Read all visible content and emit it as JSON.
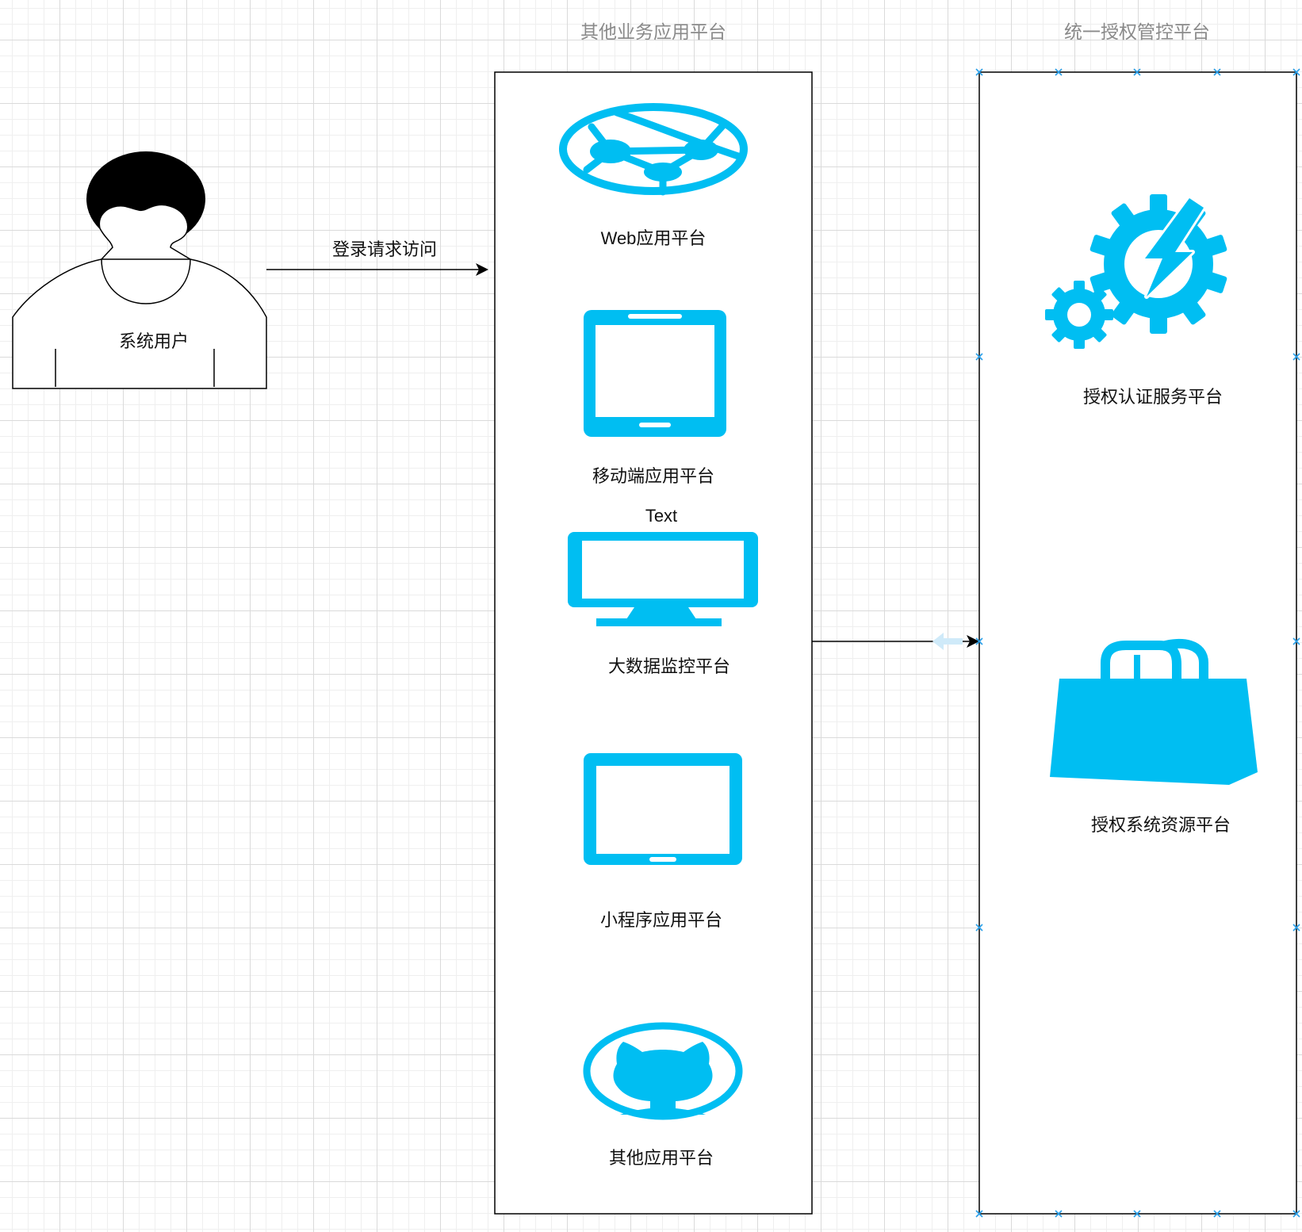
{
  "colors": {
    "icon_blue": "#00BEF2",
    "handle_blue": "#2A9FE8",
    "title_gray": "#8a8a8a",
    "stroke": "#000000",
    "hint_blue": "#cfeaf9"
  },
  "user": {
    "label": "系统用户"
  },
  "login_edge": {
    "label": "登录请求访问"
  },
  "business_platforms": {
    "title": "其他业务应用平台",
    "items": [
      {
        "label": "Web应用平台",
        "icon": "web-network-icon"
      },
      {
        "label": "移动端应用平台",
        "icon": "tablet-portrait-icon"
      },
      {
        "label": "大数据监控平台",
        "icon": "monitor-icon"
      },
      {
        "label": "小程序应用平台",
        "icon": "tablet-landscape-icon"
      },
      {
        "label": "其他应用平台",
        "icon": "github-octocat-icon"
      }
    ],
    "extra_text": "Text"
  },
  "auth_platform": {
    "title": "统一授权管控平台",
    "items": [
      {
        "label": "授权认证服务平台",
        "icon": "gear-lightning-icon"
      },
      {
        "label": "授权系统资源平台",
        "icon": "shopping-bag-icon"
      }
    ]
  }
}
